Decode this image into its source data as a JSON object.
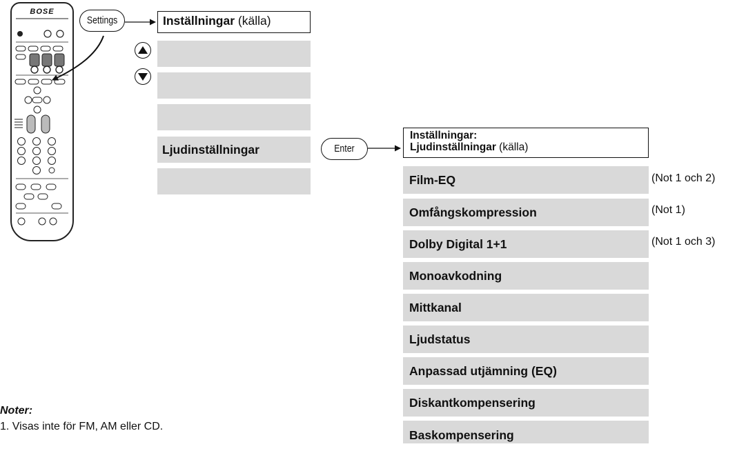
{
  "remote": {
    "brand": "BOSE"
  },
  "buttons": {
    "settings": "Settings",
    "enter": "Enter"
  },
  "menu1": {
    "header_bold": "Inställningar",
    "header_normal": " (källa)",
    "selected": "Ljudinställningar"
  },
  "menu2": {
    "header_line1": "Inställningar:",
    "header_line2_bold": "Ljudinställningar",
    "header_line2_normal": " (källa)",
    "items": [
      {
        "label": "Film-EQ",
        "note": "(Not 1 och 2)"
      },
      {
        "label": "Omfångskompression",
        "note": "(Not 1)"
      },
      {
        "label": "Dolby Digital 1+1",
        "note": "(Not 1 och 3)"
      },
      {
        "label": "Monoavkodning",
        "note": ""
      },
      {
        "label": "Mittkanal",
        "note": ""
      },
      {
        "label": "Ljudstatus",
        "note": ""
      },
      {
        "label": "Anpassad utjämning (EQ)",
        "note": ""
      },
      {
        "label": "Diskantkompensering",
        "note": ""
      },
      {
        "label": "Baskompensering",
        "note": ""
      }
    ]
  },
  "notes": {
    "title": "Noter:",
    "line1": "1. Visas inte för FM, AM eller CD."
  }
}
